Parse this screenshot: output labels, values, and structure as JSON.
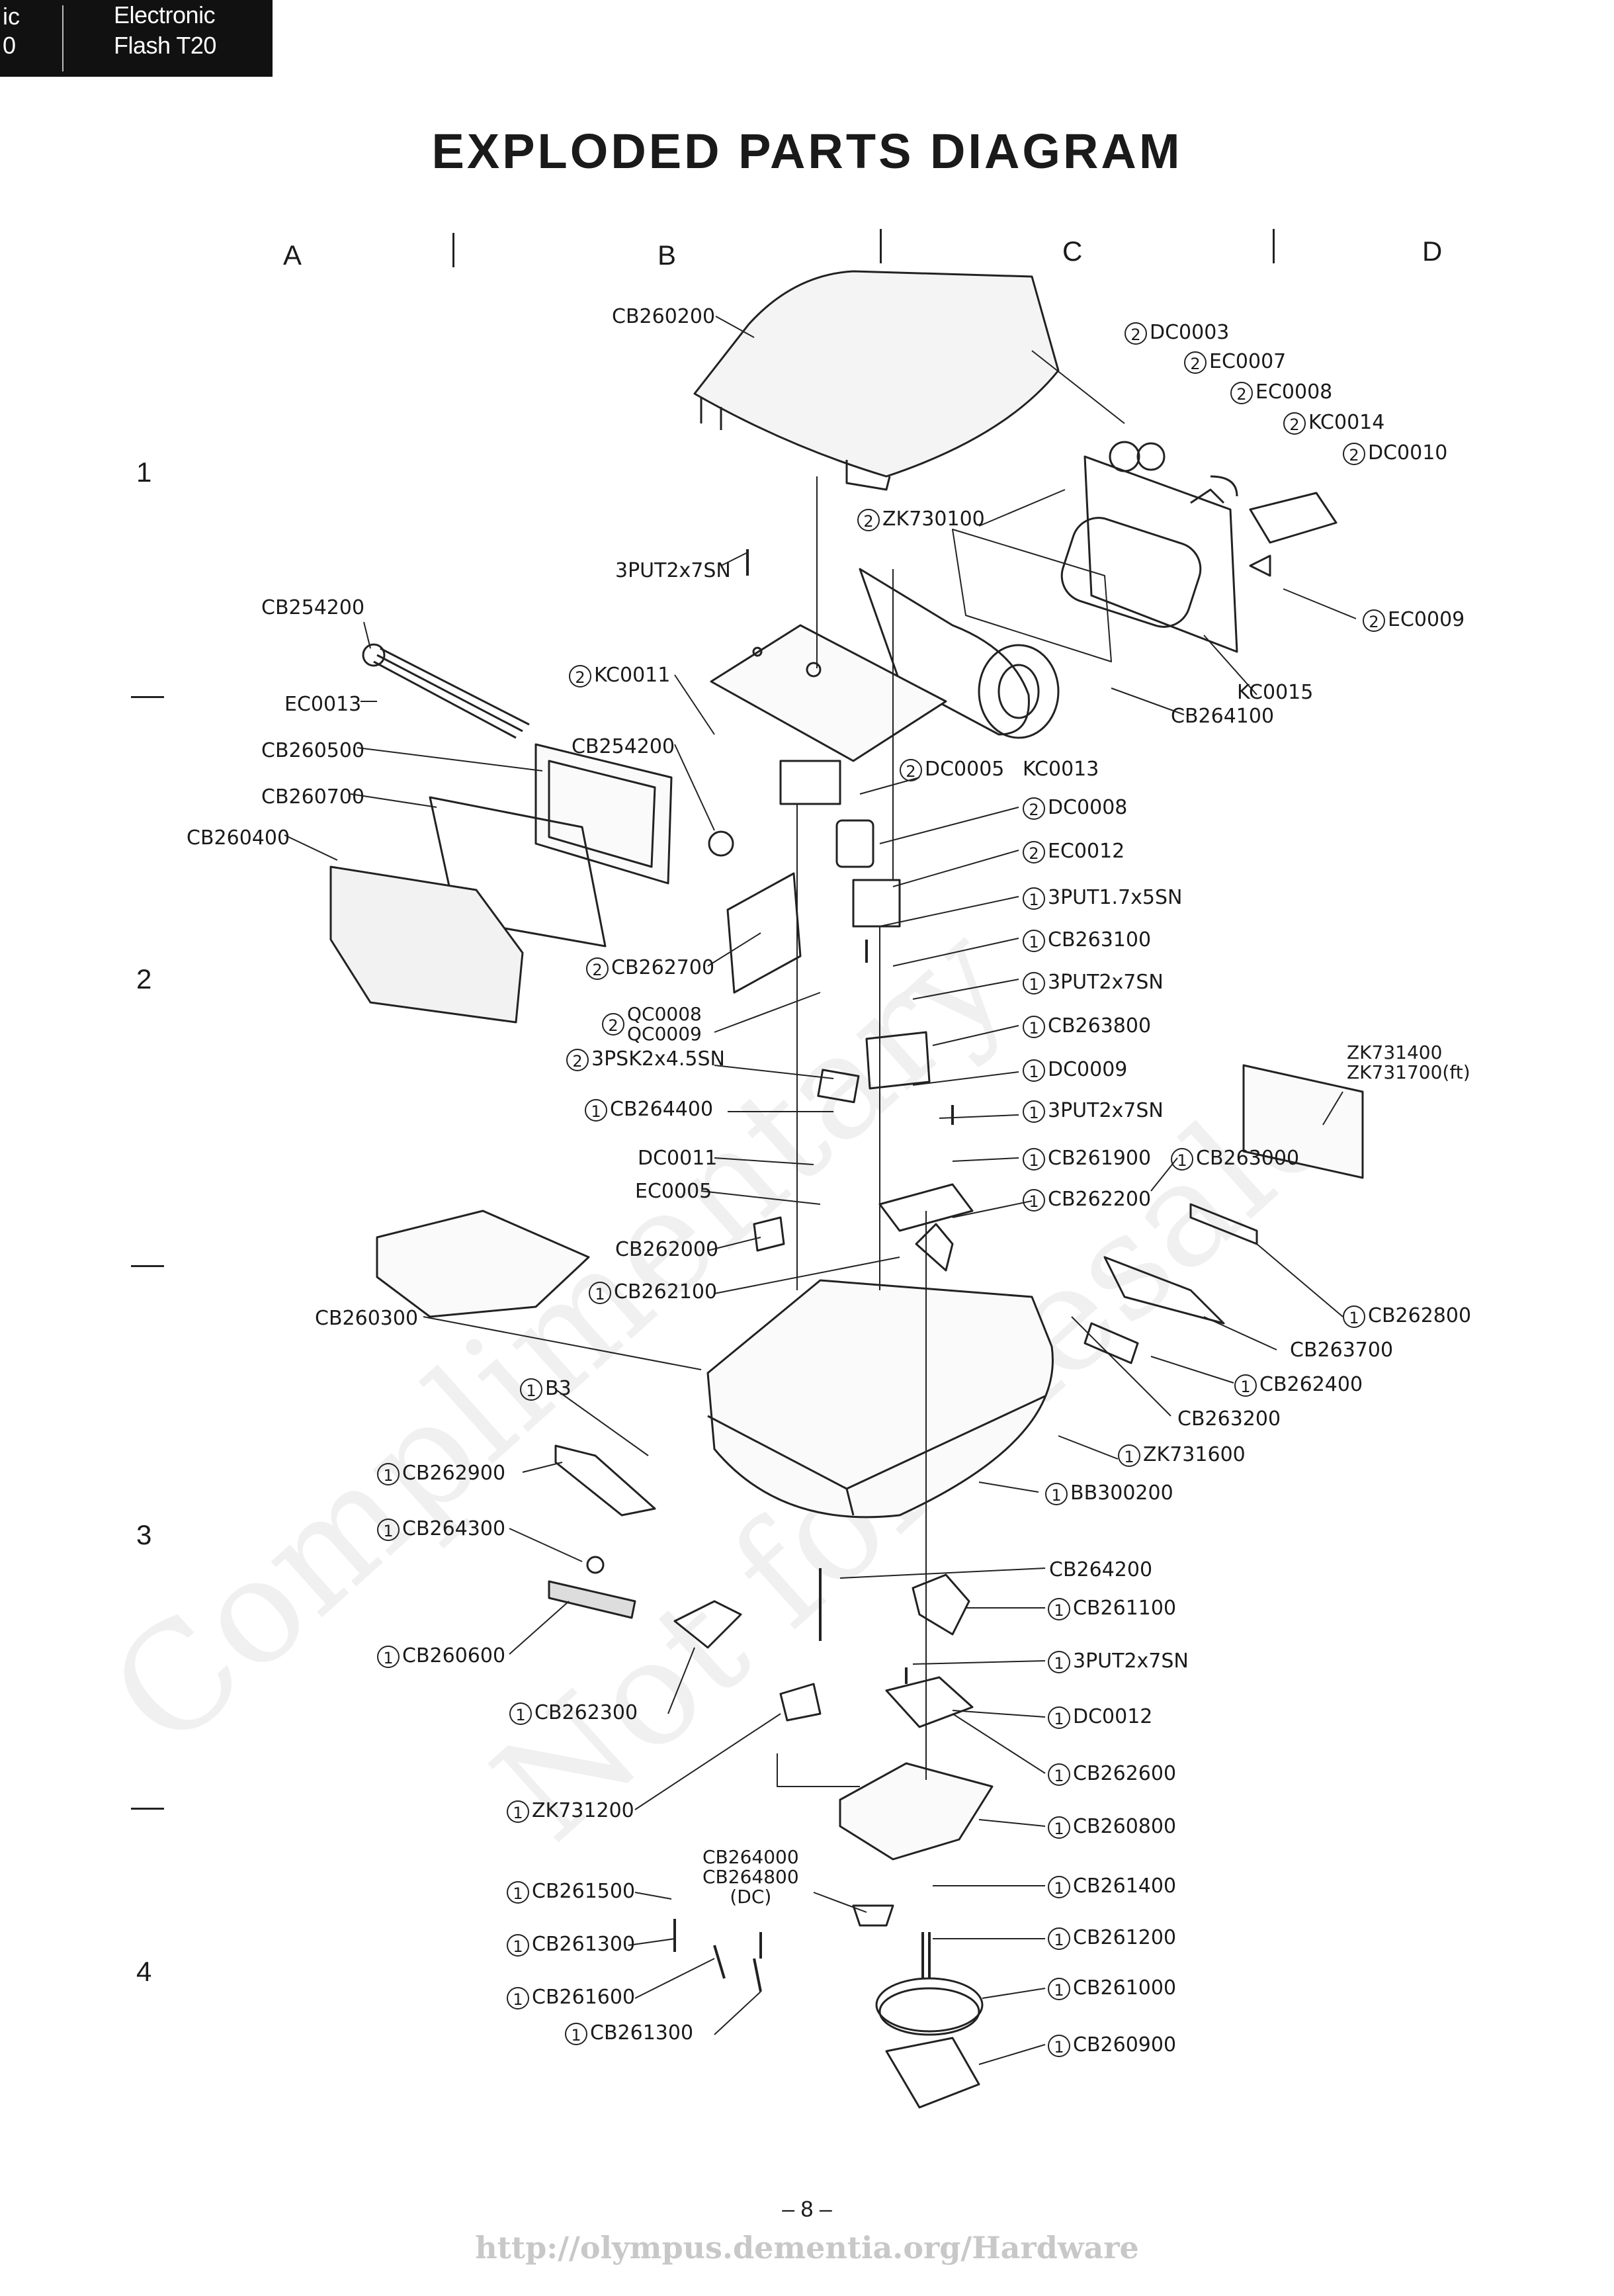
{
  "header": {
    "line1": "Electronic",
    "line2": "Flash T20",
    "frag1": "ic",
    "frag2": "0"
  },
  "title": "EXPLODED PARTS DIAGRAM",
  "columns": [
    "A",
    "B",
    "C",
    "D"
  ],
  "rows": [
    "1",
    "2",
    "3",
    "4"
  ],
  "labels": [
    "CB260200",
    "DC0003",
    "EC0007",
    "EC0008",
    "KC0014",
    "DC0010",
    "ZK730100",
    "3PUT2x7SN",
    "CB254200",
    "EC0009",
    "KC0011",
    "KC0015",
    "EC0013",
    "CB264100",
    "CB260500",
    "CB254200",
    "DC0005",
    "KC0013",
    "CB260700",
    "CB260400",
    "DC0008",
    "EC0012",
    "3PUT1.7x5SN",
    "CB263100",
    "CB262700",
    "3PUT2x7SN",
    "QC0008",
    "QC0009",
    "CB263800",
    "3PSK2x4.5SN",
    "DC0009",
    "ZK731400",
    "ZK731700(ft)",
    "CB264400",
    "3PUT2x7SN",
    "DC0011",
    "CB261900",
    "CB263000",
    "EC0005",
    "CB262200",
    "CB262000",
    "CB262100",
    "CB260300",
    "CB262800",
    "CB263700",
    "B3",
    "CB262400",
    "CB263200",
    "CB262900",
    "ZK731600",
    "BB300200",
    "CB264300",
    "CB264200",
    "CB261100",
    "CB260600",
    "3PUT2x7SN",
    "CB262300",
    "DC0012",
    "CB262600",
    "ZK731200",
    "CB260800",
    "CB264000",
    "CB264800",
    "(DC)",
    "CB261500",
    "CB261400",
    "CB261300",
    "CB261200",
    "CB261600",
    "CB261000",
    "CB261300",
    "CB260900"
  ],
  "quantities": [
    "1",
    "2"
  ],
  "watermark": {
    "line1": "Complimentary",
    "line2": "Not for Resale"
  },
  "footer": {
    "page": "– 8 –",
    "url": "http://olympus.dementia.org/Hardware"
  }
}
